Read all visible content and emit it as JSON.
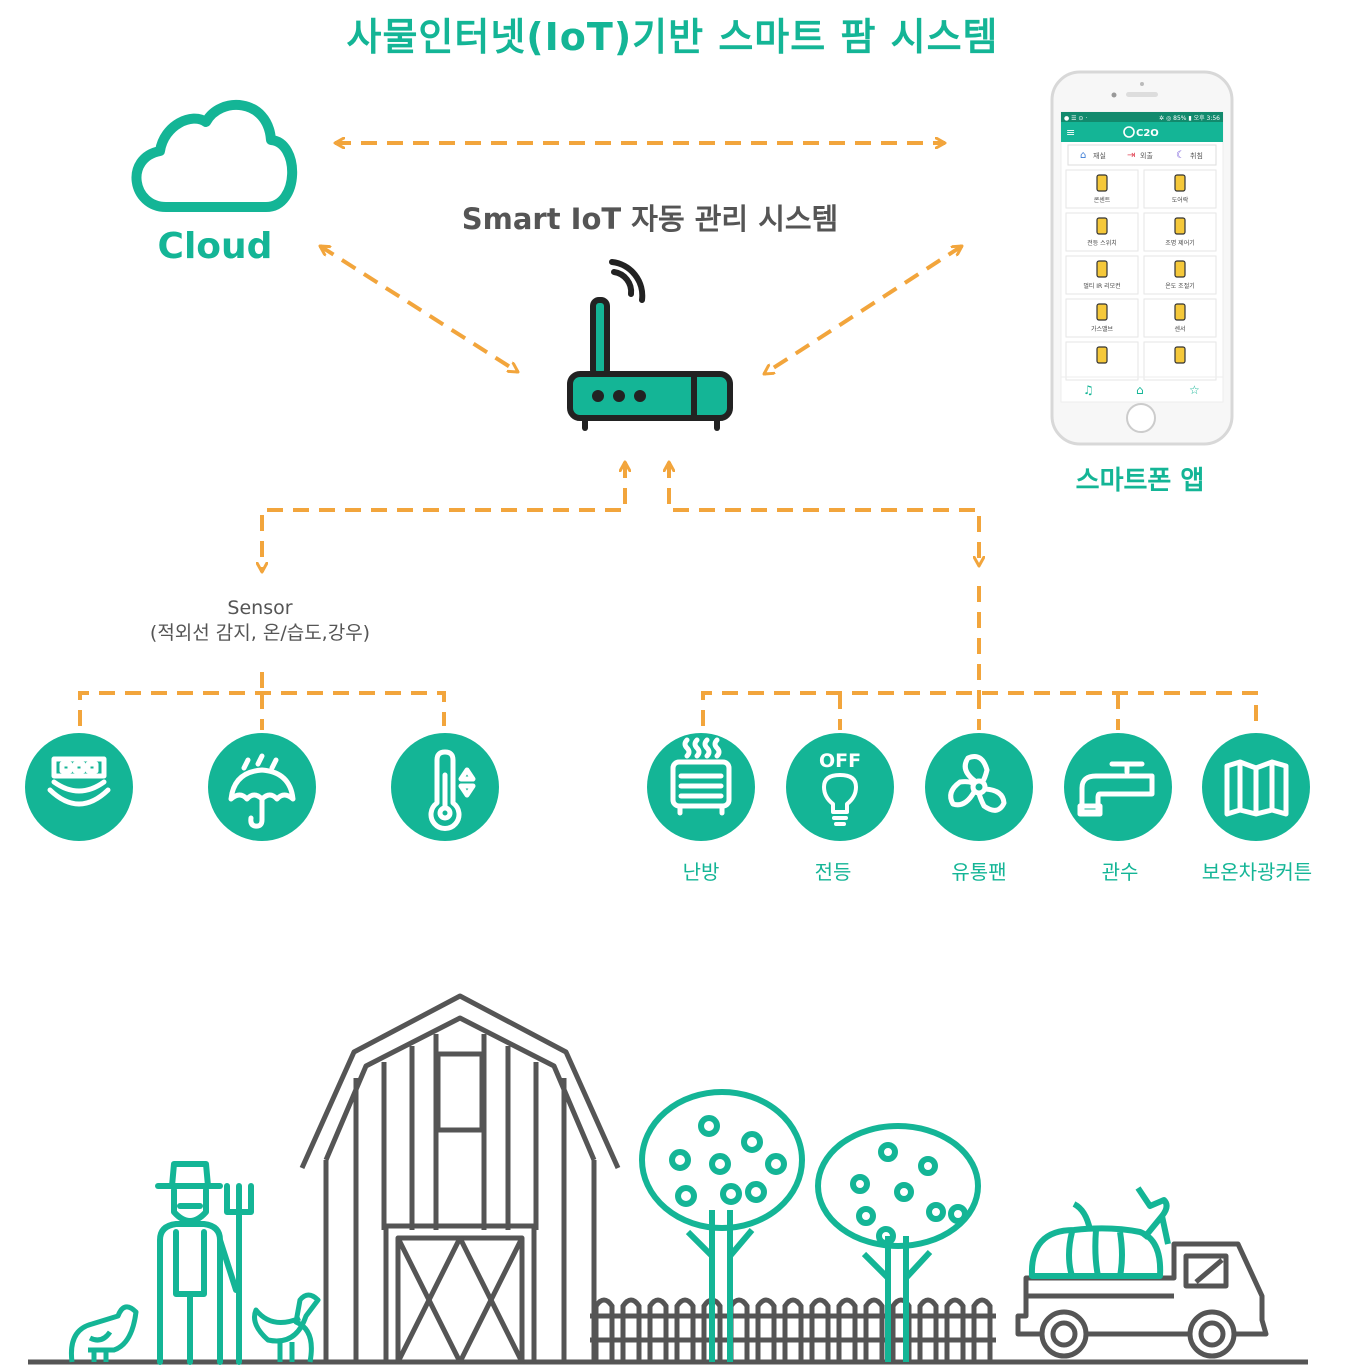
{
  "title": "사물인터넷(IoT)기반 스마트 팜 시스템",
  "cloud_label": "Cloud",
  "hub_label": "Smart IoT 자동 관리 시스템",
  "app_label": "스마트폰 앱",
  "sensor": {
    "title": "Sensor",
    "detail": "(적외선 감지, 온/습도,강우)"
  },
  "sensor_icons": [
    "infrared-sensor-icon",
    "rain-umbrella-icon",
    "thermometer-icon"
  ],
  "devices": [
    {
      "label": "난방",
      "icon": "heater-icon"
    },
    {
      "label": "전등",
      "icon": "light-bulb-icon",
      "badge": "OFF"
    },
    {
      "label": "유통팬",
      "icon": "fan-icon"
    },
    {
      "label": "관수",
      "icon": "water-faucet-icon"
    },
    {
      "label": "보온차광커튼",
      "icon": "curtain-icon"
    }
  ],
  "phone": {
    "status_left": "● ☰ ⊙ ·",
    "status_right": "✲ ◎ 85% ▮ 오후 3:56",
    "brand": "C2O",
    "tabs": [
      "재실",
      "외출",
      "취침"
    ],
    "grid": [
      "콘센트",
      "도어락",
      "전등 스위치",
      "조명 제어기",
      "멀티 IR 리모컨",
      "온도 조절기",
      "가스밸브",
      "센서",
      "",
      ""
    ]
  },
  "colors": {
    "accent": "#14b596",
    "arrow": "#f2a53c",
    "text": "#555555",
    "line": "#555555"
  }
}
